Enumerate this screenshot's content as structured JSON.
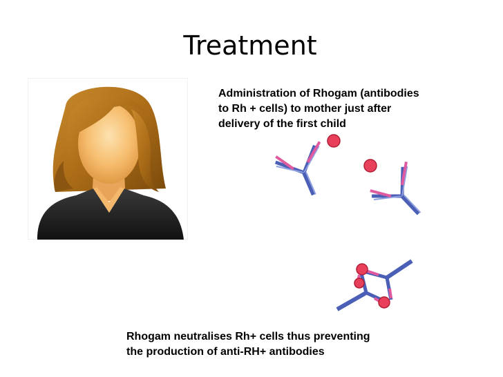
{
  "slide": {
    "title": "Treatment",
    "top_caption_lines": [
      "Administration of Rhogam (antibodies",
      "to Rh + cells) to mother just after",
      "delivery  of the first child"
    ],
    "bottom_caption_lines": [
      "Rhogam neutralises Rh+ cells thus preventing",
      "the production of anti-RH+ antibodies"
    ]
  },
  "colors": {
    "antibody_heavy": "#4a5fb5",
    "antibody_light": "#e05aa0",
    "rh_cell": "#e8405a",
    "hair": "#b9741a",
    "skin": "#f7c27a",
    "jacket": "#2a2a2a"
  },
  "icons": [
    "woman-avatar",
    "antibody-icon",
    "rh-positive-cell-icon",
    "antibody-complex-icon"
  ]
}
